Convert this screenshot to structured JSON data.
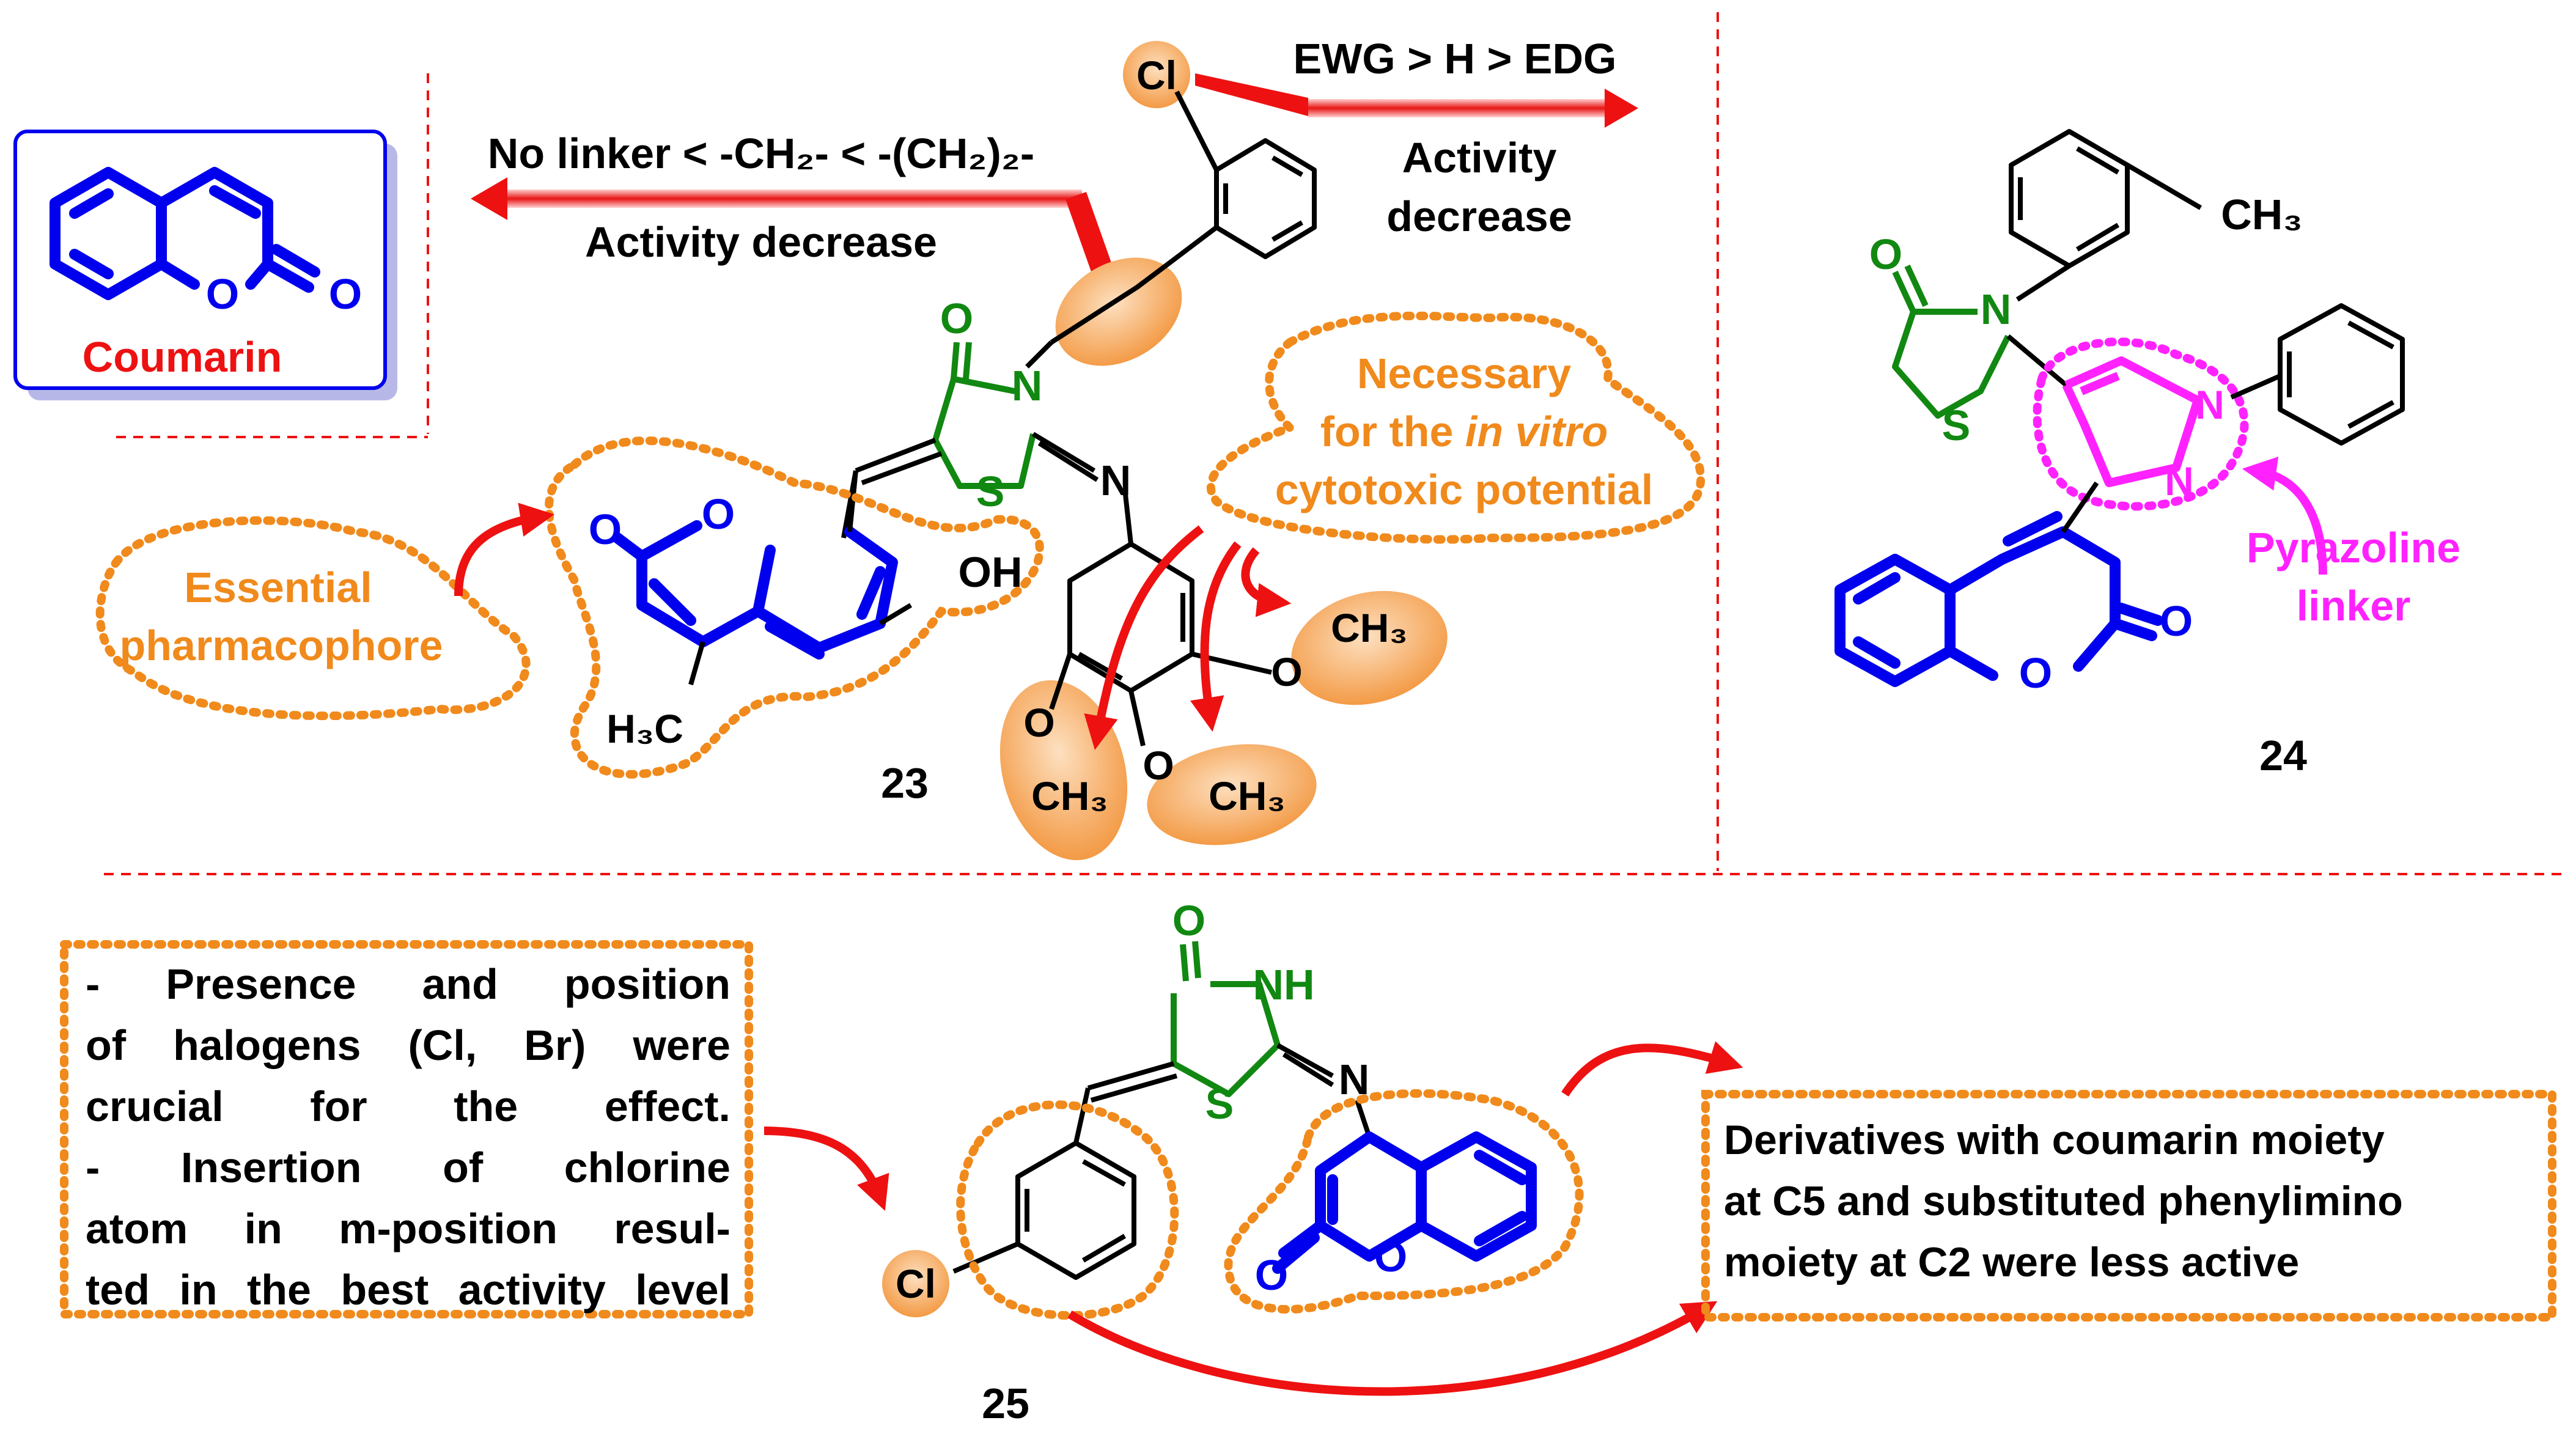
{
  "coumarin_box": {
    "label": "Coumarin",
    "o_ring": "O",
    "o_carbonyl": "O"
  },
  "top_left_sar": {
    "linker_order": "No linker < -CH₂- < -(CH₂)₂-",
    "activity": "Activity decrease"
  },
  "top_right_sar": {
    "ewg_order": "EWG > H > EDG",
    "activity_line1": "Activity",
    "activity_line2": "decrease",
    "cl_label": "Cl"
  },
  "compound_23": {
    "number": "23",
    "o_top": "O",
    "n_ring": "N",
    "s_ring": "S",
    "n_imino": "N",
    "o_carbonyl": "O",
    "o_ring": "O",
    "oh": "OH",
    "h3c": "H₃C",
    "ome_right_o": "O",
    "ome_right_ch3": "CH₃",
    "ome_left_o": "O",
    "ome_left_ch3": "CH₃",
    "ome_mid_o": "O",
    "ome_mid_ch3": "CH₃",
    "essential_line1": "Essential",
    "essential_line2": "pharmacophore",
    "necessary_line1": "Necessary",
    "necessary_line2_pre": "for the ",
    "necessary_line2_ital": "in vitro",
    "necessary_line3": "cytotoxic potential"
  },
  "compound_24": {
    "number": "24",
    "ch3": "CH₃",
    "o_top": "O",
    "n_ring": "N",
    "s_ring": "S",
    "n_pyr1": "N",
    "n_pyr2": "N",
    "o_carbonyl": "O",
    "o_ring": "O",
    "pyrazoline_line1": "Pyrazoline",
    "pyrazoline_line2": "linker"
  },
  "compound_25": {
    "number": "25",
    "o_top": "O",
    "nh": "NH",
    "s_ring": "S",
    "n_imino": "N",
    "cl_label": "Cl",
    "o_carbonyl": "O",
    "o_ring": "O"
  },
  "box_halogen": {
    "lines": [
      "- Presence and position",
      "of halogens (Cl, Br) were",
      "crucial for the effect.",
      "- Insertion of chlorine",
      "atom in m-position resul-",
      "ted in the best activity level"
    ]
  },
  "box_derivatives": {
    "lines": [
      "Derivatives with coumarin moiety",
      "at C5 and substituted phenylimino",
      "moiety at C2 were less active"
    ]
  },
  "colors": {
    "blue": "#0000ee",
    "green": "#118811",
    "red": "#ee1111",
    "orange": "#f08a1c",
    "magenta": "#ff22ff",
    "orange_fill": "#f5a65a",
    "box_shadow": "#b8b8e8"
  }
}
